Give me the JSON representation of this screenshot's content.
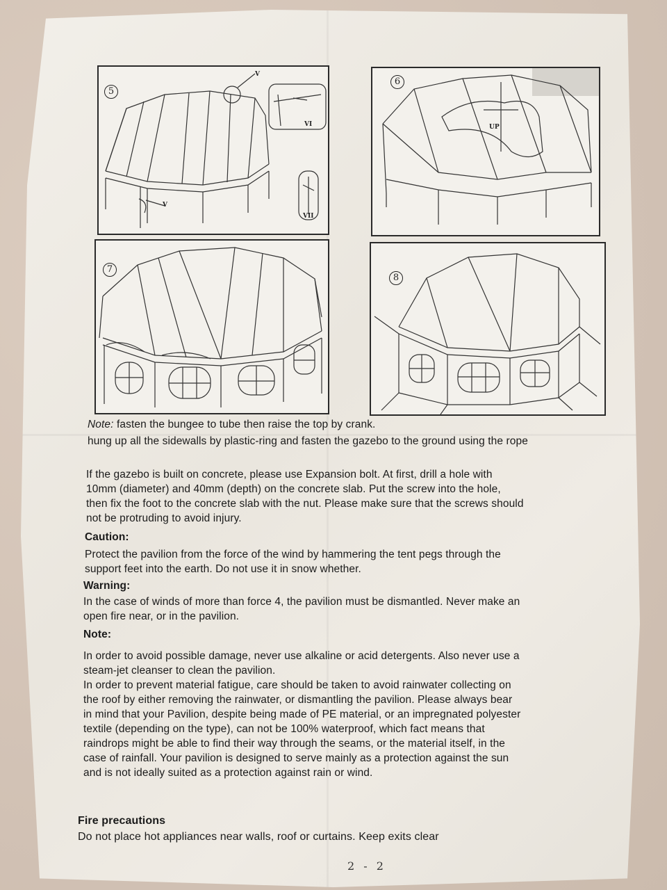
{
  "steps": {
    "five": "5",
    "six": "6",
    "seven": "7",
    "eight": "8"
  },
  "callouts": {
    "v_top": "V",
    "v_bottom": "V",
    "vi": "VI",
    "vii": "VII",
    "up": "UP"
  },
  "note_line": {
    "prefix": "Note:",
    "text": " fasten the bungee to tube then raise the top by crank."
  },
  "hang_line": "hung up all the sidewalls by plastic-ring and fasten the gazebo to the ground using the rope",
  "concrete_paragraph": [
    "If the gazebo is built on concrete, please use Expansion bolt. At first, drill a hole with",
    "10mm (diameter) and 40mm (depth) on the concrete slab. Put the screw into the hole,",
    "then fix the foot to the concrete slab with the nut. Please make sure that the screws should",
    "not be protruding to avoid injury."
  ],
  "caution": {
    "heading": "Caution:",
    "lines": [
      "Protect the pavilion from the force of the wind by hammering the tent pegs through the",
      "support feet into the earth. Do not use it in snow whether."
    ]
  },
  "warning": {
    "heading": "Warning:",
    "lines": [
      "In the case of winds of more than force 4, the pavilion must be dismantled. Never make an",
      "open fire near, or in the pavilion."
    ]
  },
  "note": {
    "heading": "Note:",
    "lines": [
      "In order to avoid possible damage, never use alkaline or acid detergents. Also never use a",
      "steam-jet cleanser to clean the pavilion.",
      "In order to prevent material fatigue, care should be taken to avoid rainwater collecting on",
      "the roof by either removing the rainwater, or dismantling the pavilion. Please always bear",
      "in mind that your Pavilion, despite being made of PE material, or an impregnated polyester",
      "textile (depending on the type), can not be 100% waterproof, which fact means that",
      "raindrops might be able to find their way through the seams, or the material itself, in the",
      "case of rainfall. Your pavilion is designed to serve mainly as a protection against the sun",
      "and is not ideally suited as a protection against rain or wind."
    ]
  },
  "fire": {
    "heading": "Fire precautions",
    "text": "Do not place hot appliances near walls, roof or curtains. Keep exits clear"
  },
  "page_number": "2 - 2"
}
